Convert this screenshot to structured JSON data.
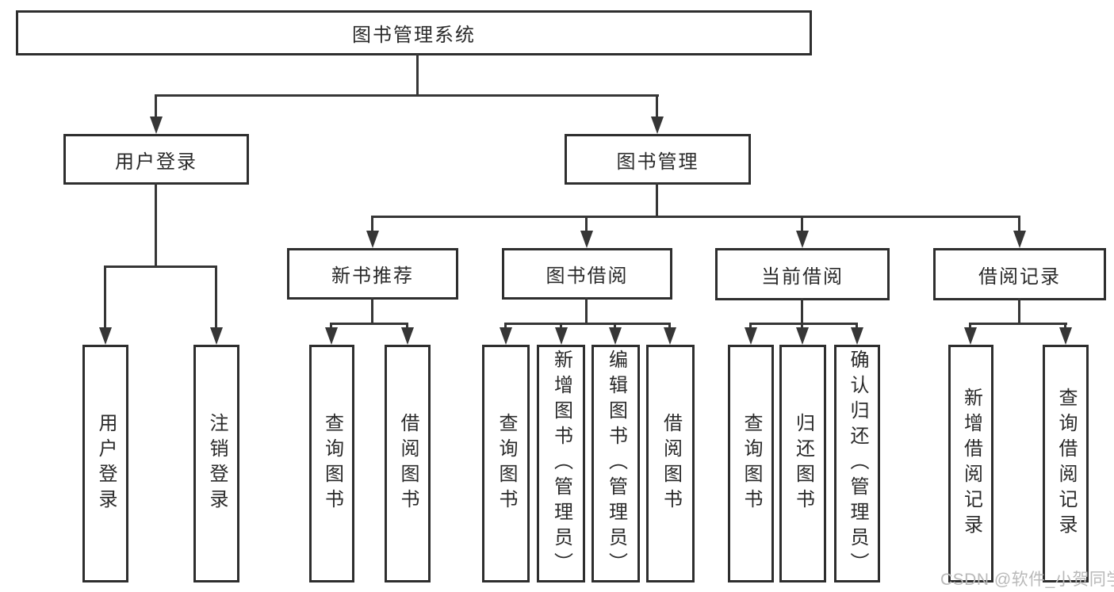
{
  "diagram": {
    "root": {
      "label": "图书管理系统"
    },
    "level2": [
      {
        "label": "用户登录"
      },
      {
        "label": "图书管理"
      }
    ],
    "level3": [
      {
        "label": "新书推荐",
        "parent": "图书管理"
      },
      {
        "label": "图书借阅",
        "parent": "图书管理"
      },
      {
        "label": "当前借阅",
        "parent": "图书管理"
      },
      {
        "label": "借阅记录",
        "parent": "图书管理"
      }
    ],
    "leaves": [
      {
        "label": "用户登录",
        "parent": "用户登录"
      },
      {
        "label": "注销登录",
        "parent": "用户登录"
      },
      {
        "label": "查询图书",
        "parent": "新书推荐"
      },
      {
        "label": "借阅图书",
        "parent": "新书推荐"
      },
      {
        "label": "查询图书",
        "parent": "图书借阅"
      },
      {
        "label": "新增图书（管理员）",
        "parent": "图书借阅"
      },
      {
        "label": "编辑图书（管理员）",
        "parent": "图书借阅"
      },
      {
        "label": "借阅图书",
        "parent": "图书借阅"
      },
      {
        "label": "查询图书",
        "parent": "当前借阅"
      },
      {
        "label": "归还图书",
        "parent": "当前借阅"
      },
      {
        "label": "确认归还（管理员）",
        "parent": "当前借阅"
      },
      {
        "label": "新增借阅记录",
        "parent": "借阅记录"
      },
      {
        "label": "查询借阅记录",
        "parent": "借阅记录"
      }
    ],
    "watermark": "CSDN @软件_小贺同学",
    "colors": {
      "line": "#363636",
      "box_border": "#2e2e2e",
      "text": "#2a2a2a",
      "watermark": "#b9b9b9",
      "background": "#ffffff"
    }
  }
}
